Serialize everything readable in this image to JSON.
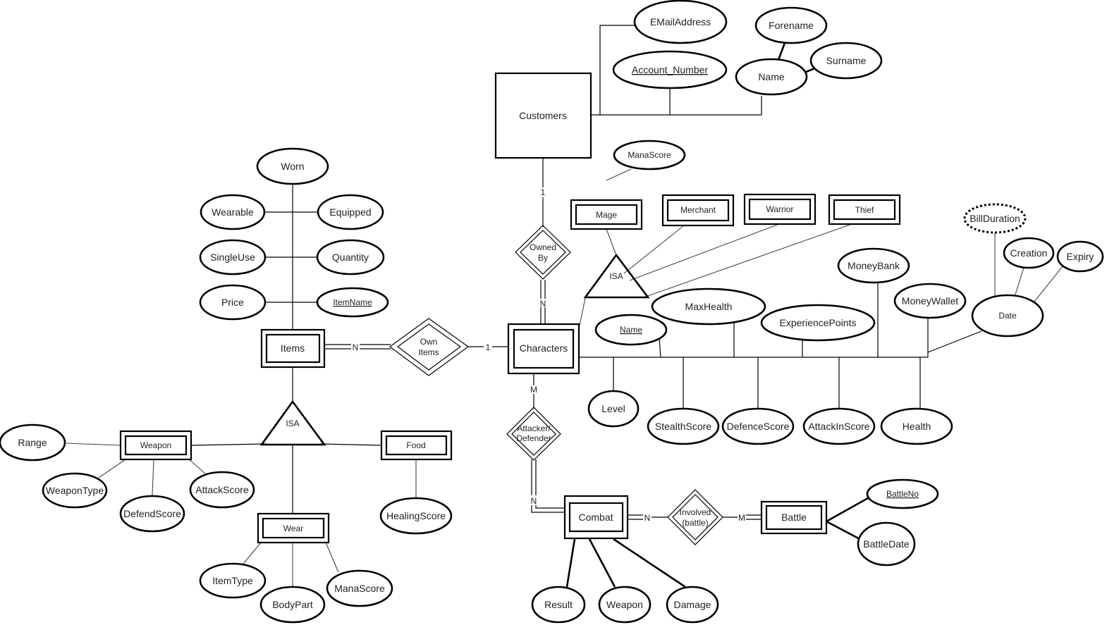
{
  "customers": "Customers",
  "email": "EMailAddress",
  "account_number": "Account_Number",
  "cust_name": "Name",
  "forename": "Forename",
  "surname": "Surname",
  "owned_by": [
    "Owned",
    "By"
  ],
  "card_1_owned": "1",
  "card_n_owned": "N",
  "characters": "Characters",
  "mana_score_mage": "ManaScore",
  "mage": "Mage",
  "merchant": "Merchant",
  "warrior": "Warrior",
  "thief": "Thief",
  "isa": "ISA",
  "max_health": "MaxHealth",
  "char_name": "Name",
  "experience_points": "ExperiencePoints",
  "money_bank": "MoneyBank",
  "money_wallet": "MoneyWallet",
  "bill_duration": "BillDuration",
  "creation": "Creation",
  "expiry": "Expiry",
  "date": "Date",
  "level": "Level",
  "stealth_score": "StealthScore",
  "defence_score": "DefenceScore",
  "attack_in_score": "AttackInScore",
  "health": "Health",
  "items": "Items",
  "worn": "Worn",
  "wearable": "Wearable",
  "equipped": "Equipped",
  "single_use": "SingleUse",
  "quantity": "Quantity",
  "price": "Price",
  "item_name": "ItemName",
  "own_items": [
    "Own",
    "Items"
  ],
  "card_n_items": "N",
  "card_1_items": "1",
  "isa_items": "ISA",
  "weapon": "Weapon",
  "food": "Food",
  "wear": "Wear",
  "range": "Range",
  "weapon_type": "WeaponType",
  "defend_score": "DefendScore",
  "attack_score": "AttackScore",
  "healing_score": "HealingScore",
  "item_type": "ItemType",
  "body_part": "BodyPart",
  "mana_score_wear": "ManaScore",
  "card_m_attacker": "M",
  "attacker_defender": [
    "Attacker/",
    "Defender"
  ],
  "card_n_combat": "N",
  "combat": "Combat",
  "card_n_involved": "N",
  "involved": [
    "Involved",
    "(battle)"
  ],
  "card_m_battle": "M",
  "battle": "Battle",
  "battle_no": "BattleNo",
  "battle_date": "BattleDate",
  "result": "Result",
  "combat_weapon": "Weapon",
  "damage": "Damage"
}
